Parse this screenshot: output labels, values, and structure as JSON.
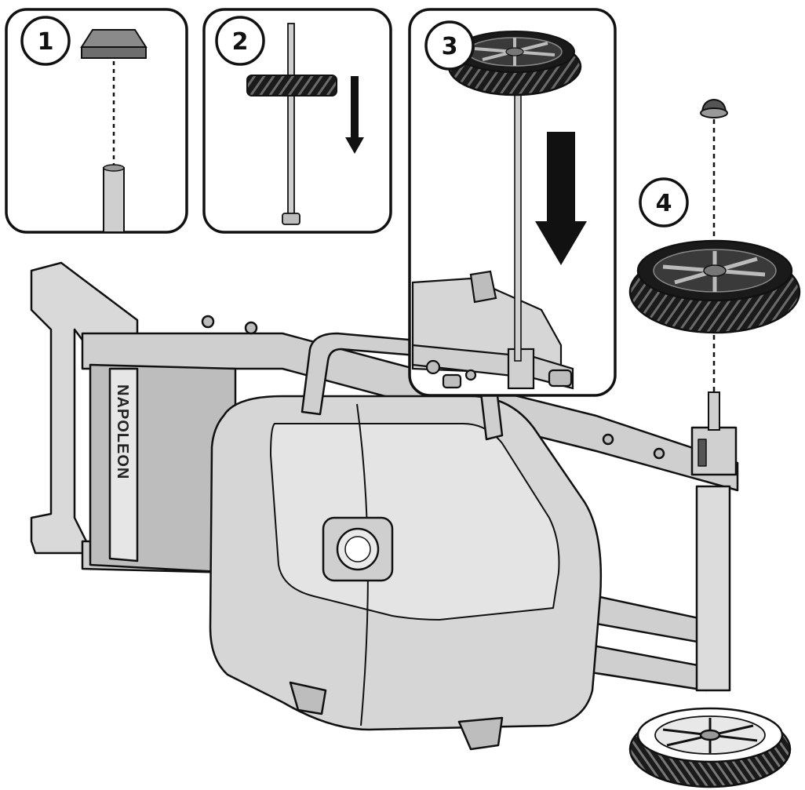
{
  "diagram": {
    "steps": [
      {
        "number": "1",
        "part": "wheel-cap"
      },
      {
        "number": "2",
        "part": "wheel-on-axle"
      },
      {
        "number": "3",
        "part": "wheel-onto-cart"
      },
      {
        "number": "4",
        "part": "cap-wheel-axle-exploded"
      }
    ],
    "brand_text": "NAPOLEON",
    "colors": {
      "line": "#111111",
      "panel_fill": "#ffffff",
      "metal": "#c8c8c8",
      "shell": "#d6d6d6",
      "shell_dark": "#a9a9a9",
      "tire": "#1a1a1a"
    }
  }
}
